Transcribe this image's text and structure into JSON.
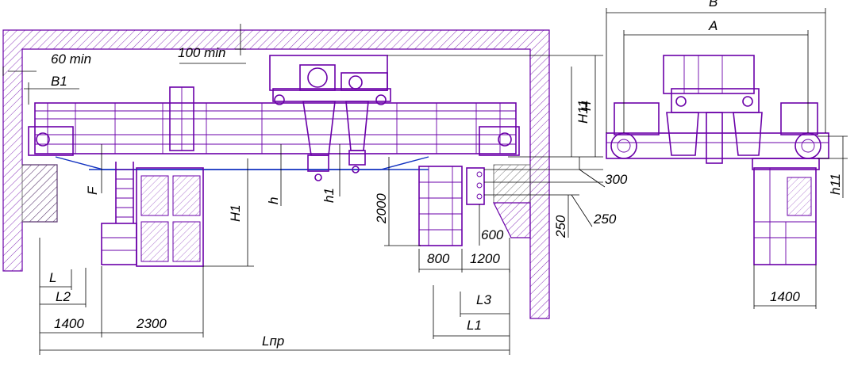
{
  "colors": {
    "structure": "#6a00a8",
    "dimension": "#000000",
    "rail": "#1030c0",
    "background": "#ffffff"
  },
  "labels": {
    "min60": "60 min",
    "min100": "100 min",
    "B1": "B1",
    "F": "F",
    "h": "h",
    "h1": "h1",
    "H1": "H1",
    "H11_left": "H11",
    "H": "H",
    "d2000": "2000",
    "d800": "800",
    "d1200": "1200",
    "d600": "600",
    "d300": "300",
    "d250a": "250",
    "d250b": "250",
    "L": "L",
    "L2": "L2",
    "L3": "L3",
    "L1": "L1",
    "d1400_left": "1400",
    "d2300": "2300",
    "Lpr": "Lпр",
    "B": "B",
    "A": "A",
    "h11": "h11",
    "d1400_right": "1400"
  }
}
